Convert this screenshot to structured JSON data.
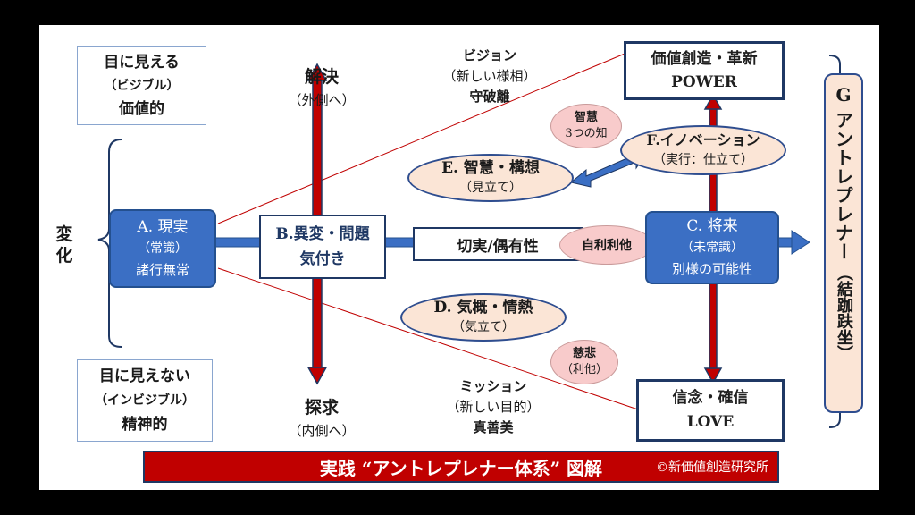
{
  "visible": {
    "line1": "目に見える",
    "line2": "（ビジブル）",
    "line3": "価値的"
  },
  "invisible": {
    "line1": "目に見えない",
    "line2": "（インビジブル）",
    "line3": "精神的"
  },
  "change": "変化",
  "resolve": {
    "title": "解決",
    "sub": "（外側へ）"
  },
  "explore": {
    "title": "探求",
    "sub": "（内側へ）"
  },
  "vision": {
    "line1": "ビジョン",
    "line2": "（新しい様相）",
    "line3": "守破離"
  },
  "mission": {
    "line1": "ミッション",
    "line2": "（新しい目的）",
    "line3": "真善美"
  },
  "box_a": {
    "line1": "A. 現実",
    "line2": "（常識）",
    "line3": "諸行無常"
  },
  "box_b": {
    "line1": "B.異変・問題",
    "line2": "気付き"
  },
  "box_c": {
    "line1": "C. 将来",
    "line2": "（未常識）",
    "line3": "別様の可能性"
  },
  "middle_band": "切実/偶有性",
  "self_other": "自利利他",
  "ellipse_d": {
    "line1": "D. 気概・情熱",
    "line2": "（気立て）"
  },
  "ellipse_e": {
    "line1": "E. 智慧・構想",
    "line2": "（見立て）"
  },
  "ellipse_f": {
    "line1": "F.イノベーション",
    "line2": "（実行：仕立て）"
  },
  "wisdom": {
    "line1": "智慧",
    "line2": "3つの知"
  },
  "compassion": {
    "line1": "慈悲",
    "line2": "（利他）"
  },
  "box_power": {
    "line1": "価値創造・革新",
    "line2": "POWER"
  },
  "box_love": {
    "line1": "信念・確信",
    "line2": "LOVE"
  },
  "g_box": {
    "letter": "G",
    "text": "アントレプレナー",
    "sub": "（結跏趺坐）"
  },
  "footer": {
    "title": "実践 “アントレプレナー体系” 図解",
    "copyright": "©新価値創造研究所"
  },
  "colors": {
    "footer_bg": "#c00000",
    "blue": "#3b6fc4",
    "navy": "#1f3864",
    "red_arrow": "#c00000",
    "tan": "#fbe5d6",
    "pink": "#f8cbcb"
  }
}
